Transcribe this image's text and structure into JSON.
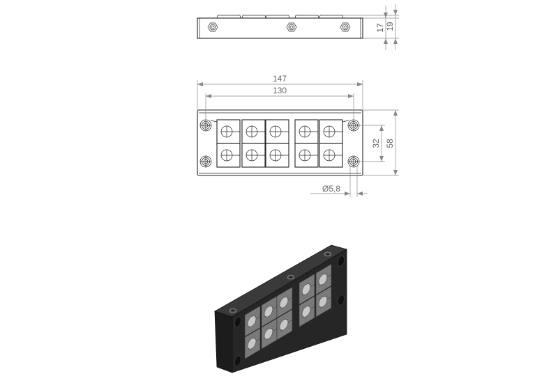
{
  "top_view": {
    "dim_height_body": "17",
    "dim_height_total": "19"
  },
  "front_view": {
    "dim_overall_width": "147",
    "dim_hole_spacing_horizontal": "130",
    "dim_hole_spacing_vertical": "32",
    "dim_overall_height": "58",
    "dim_hole_diameter": "Ø5,8"
  },
  "colors": {
    "body": "#262626",
    "insert": "#7a7a7a",
    "line": "#222222",
    "dimension": "#888888"
  }
}
